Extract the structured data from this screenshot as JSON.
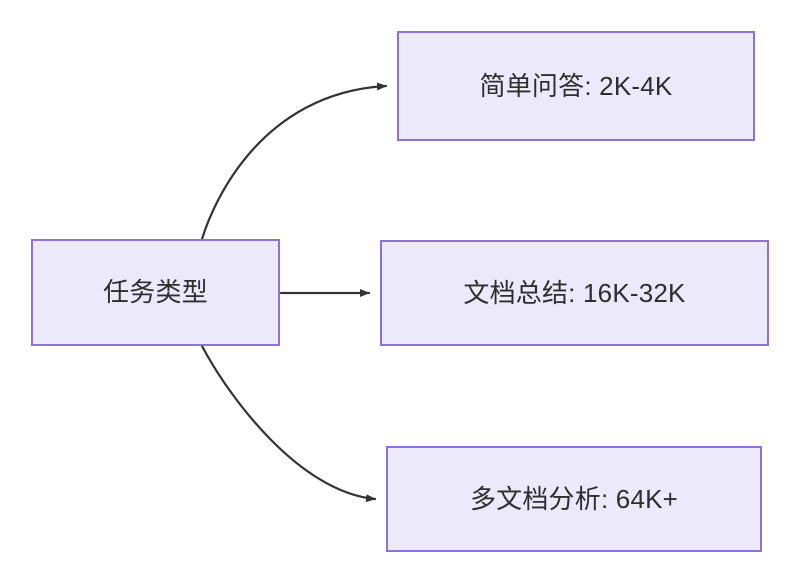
{
  "diagram": {
    "type": "flowchart",
    "direction": "left-to-right",
    "background_color": "#ffffff",
    "node_fill_color": "#ebe9fa",
    "node_border_color": "#8c72d6",
    "node_text_color": "#2e2e2e",
    "edge_color": "#333333",
    "nodes": [
      {
        "id": "source",
        "label": "任务类型"
      },
      {
        "id": "simple",
        "label": "简单问答: 2K-4K"
      },
      {
        "id": "summary",
        "label": "文档总结: 16K-32K"
      },
      {
        "id": "multidoc",
        "label": "多文档分析: 64K+"
      }
    ],
    "edges": [
      {
        "from": "source",
        "to": "simple",
        "label": "",
        "style": "curved-arrow"
      },
      {
        "from": "source",
        "to": "summary",
        "label": "",
        "style": "straight-arrow"
      },
      {
        "from": "source",
        "to": "multidoc",
        "label": "",
        "style": "curved-arrow"
      }
    ]
  }
}
